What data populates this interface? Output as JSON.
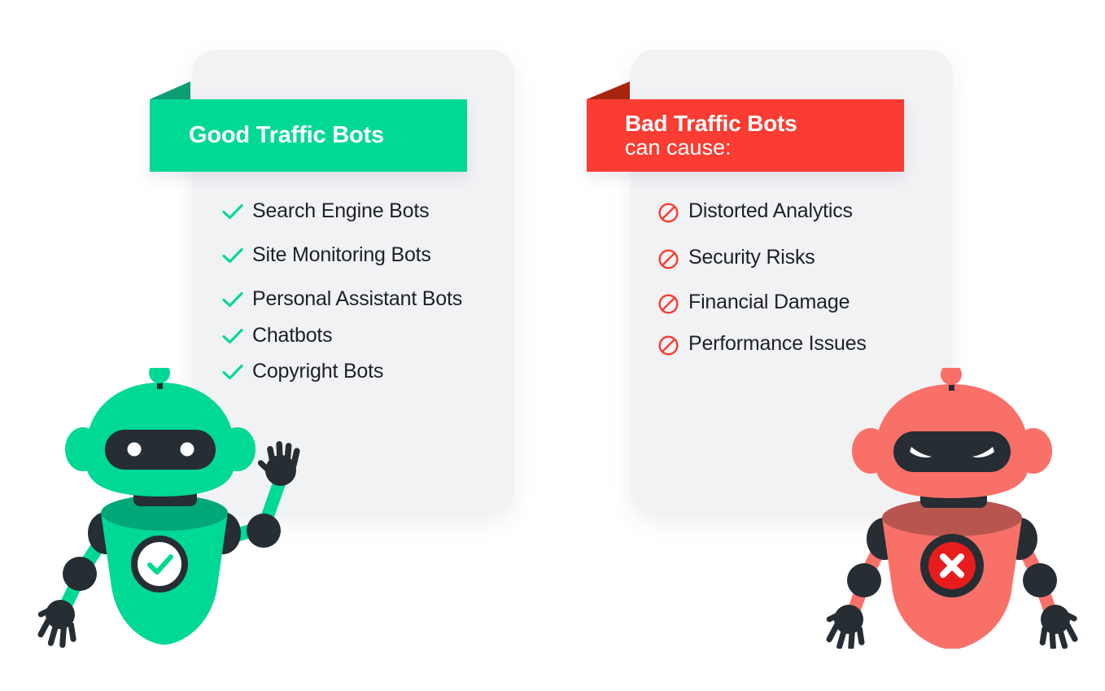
{
  "page": {
    "background_color": "#ffffff",
    "layout": "two-column comparison infographic"
  },
  "panels": [
    {
      "id": "good",
      "accent_color": "#00d896",
      "fold_color": "#0d9e74",
      "card_color": "#f1f2f4",
      "banner": {
        "title": "Good Traffic Bots",
        "subtitle": ""
      },
      "icon_name": "check-icon",
      "items": [
        "Search Engine Bots",
        "Site Monitoring Bots",
        "Personal Assistant Bots",
        "Chatbots",
        "Copyright Bots"
      ],
      "robot": {
        "name": "good-robot",
        "body_color": "#00d896",
        "body_shade_color": "#00a878",
        "dark_color": "#262d33",
        "badge": "check-badge",
        "badge_icon": "check-icon",
        "pose": "waving"
      }
    },
    {
      "id": "bad",
      "accent_color": "#fa3c32",
      "fold_color": "#a8260f",
      "card_color": "#f1f2f4",
      "banner": {
        "title": "Bad Traffic Bots",
        "subtitle": "can cause:"
      },
      "icon_name": "prohibited-icon",
      "items": [
        "Distorted Analytics",
        "Security Risks",
        "Financial Damage",
        "Performance Issues"
      ],
      "robot": {
        "name": "bad-robot",
        "body_color": "#f97068",
        "body_shade_color": "#b9554f",
        "dark_color": "#262d33",
        "badge": "x-badge",
        "badge_icon": "x-icon",
        "badge_fill": "#e81c1c",
        "pose": "arms-down"
      }
    }
  ]
}
